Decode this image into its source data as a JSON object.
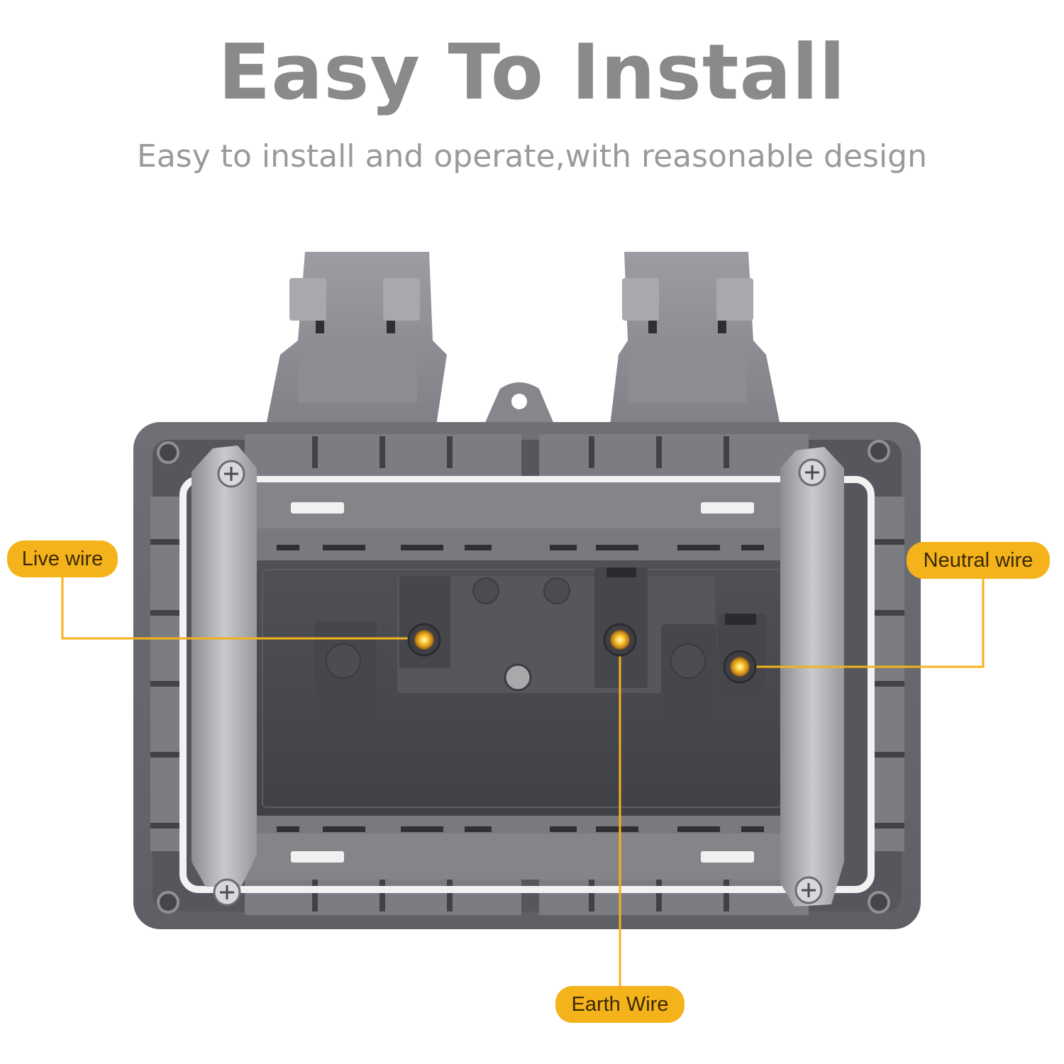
{
  "header": {
    "title": "Easy To Install",
    "subtitle": "Easy to install and operate,with reasonable design"
  },
  "callouts": {
    "live": "Live wire",
    "neutral": "Neutral wire",
    "earth": "Earth Wire"
  },
  "colors": {
    "accent": "#f4b21b",
    "title_gray": "#8a8a8a",
    "housing_gray": "#6b6d73"
  }
}
